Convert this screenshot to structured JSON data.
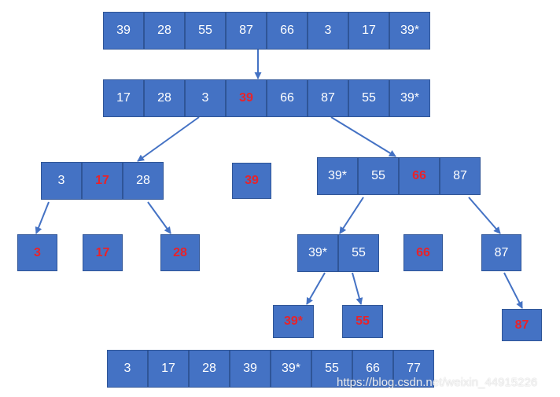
{
  "diagram": {
    "arrays": [
      {
        "id": "initial",
        "cells": [
          {
            "text": "39"
          },
          {
            "text": "28"
          },
          {
            "text": "55"
          },
          {
            "text": "87"
          },
          {
            "text": "66"
          },
          {
            "text": "3"
          },
          {
            "text": "17"
          },
          {
            "text": "39*"
          }
        ]
      },
      {
        "id": "partition-1",
        "cells": [
          {
            "text": "17"
          },
          {
            "text": "28"
          },
          {
            "text": "3"
          },
          {
            "text": "39",
            "highlight": true
          },
          {
            "text": "66"
          },
          {
            "text": "87"
          },
          {
            "text": "55"
          },
          {
            "text": "39*"
          }
        ]
      },
      {
        "id": "left-sub",
        "cells": [
          {
            "text": "3"
          },
          {
            "text": "17",
            "highlight": true
          },
          {
            "text": "28"
          }
        ]
      },
      {
        "id": "pivot-39",
        "cells": [
          {
            "text": "39",
            "highlight": true
          }
        ]
      },
      {
        "id": "right-sub",
        "cells": [
          {
            "text": "39*"
          },
          {
            "text": "55"
          },
          {
            "text": "66",
            "highlight": true
          },
          {
            "text": "87"
          }
        ]
      },
      {
        "id": "leaf-3",
        "cells": [
          {
            "text": "3",
            "highlight": true
          }
        ]
      },
      {
        "id": "leaf-17",
        "cells": [
          {
            "text": "17",
            "highlight": true
          }
        ]
      },
      {
        "id": "leaf-28",
        "cells": [
          {
            "text": "28",
            "highlight": true
          }
        ]
      },
      {
        "id": "right-left-sub",
        "cells": [
          {
            "text": "39*"
          },
          {
            "text": "55"
          }
        ]
      },
      {
        "id": "leaf-66",
        "cells": [
          {
            "text": "66",
            "highlight": true
          }
        ]
      },
      {
        "id": "right-right-sub",
        "cells": [
          {
            "text": "87"
          }
        ]
      },
      {
        "id": "leaf-39star",
        "cells": [
          {
            "text": "39*",
            "highlight": true
          }
        ]
      },
      {
        "id": "leaf-55",
        "cells": [
          {
            "text": "55",
            "highlight": true
          }
        ]
      },
      {
        "id": "leaf-87",
        "cells": [
          {
            "text": "87",
            "highlight": true
          }
        ]
      },
      {
        "id": "result",
        "cells": [
          {
            "text": "3"
          },
          {
            "text": "17"
          },
          {
            "text": "28"
          },
          {
            "text": "39"
          },
          {
            "text": "39*"
          },
          {
            "text": "55"
          },
          {
            "text": "66"
          },
          {
            "text": "77"
          }
        ]
      }
    ],
    "arrows": [
      {
        "from": "initial",
        "to": "partition-1"
      },
      {
        "from": "partition-1",
        "to": "left-sub"
      },
      {
        "from": "partition-1",
        "to": "right-sub"
      },
      {
        "from": "left-sub",
        "to": "leaf-3"
      },
      {
        "from": "left-sub",
        "to": "leaf-28"
      },
      {
        "from": "right-sub",
        "to": "right-left-sub"
      },
      {
        "from": "right-sub",
        "to": "right-right-sub"
      },
      {
        "from": "right-left-sub",
        "to": "leaf-39star"
      },
      {
        "from": "right-left-sub",
        "to": "leaf-55"
      },
      {
        "from": "right-right-sub",
        "to": "leaf-87"
      }
    ],
    "colors": {
      "cell_fill": "#4472c4",
      "cell_border": "#2f5597",
      "cell_text": "#ffffff",
      "highlight_text": "#e8232a",
      "arrow": "#4472c4"
    }
  },
  "watermark": "https://blog.csdn.net/weixin_44915226"
}
